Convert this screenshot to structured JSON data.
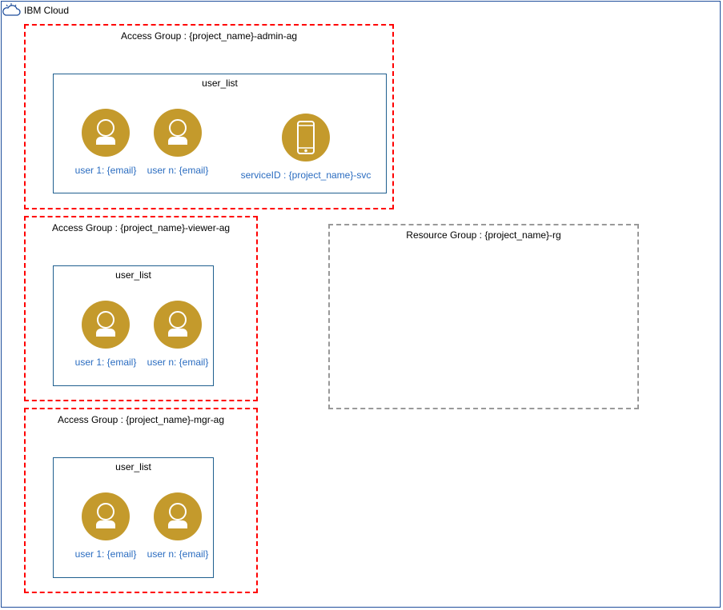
{
  "cloud": {
    "title": "IBM Cloud",
    "icon": "cloud-icon"
  },
  "access_groups": [
    {
      "title": "Access Group : {project_name}-admin-ag",
      "user_list_title": "user_list",
      "members": [
        {
          "label": "user 1: {email}",
          "icon": "user-icon"
        },
        {
          "label": "user n: {email}",
          "icon": "user-icon"
        },
        {
          "label": "serviceID : {project_name}-svc",
          "icon": "mobile-device-icon"
        }
      ]
    },
    {
      "title": "Access Group : {project_name}-viewer-ag",
      "user_list_title": "user_list",
      "members": [
        {
          "label": "user 1: {email}",
          "icon": "user-icon"
        },
        {
          "label": "user n: {email}",
          "icon": "user-icon"
        }
      ]
    },
    {
      "title": "Access Group : {project_name}-mgr-ag",
      "user_list_title": "user_list",
      "members": [
        {
          "label": "user 1: {email}",
          "icon": "user-icon"
        },
        {
          "label": "user n: {email}",
          "icon": "user-icon"
        }
      ]
    }
  ],
  "resource_group": {
    "title": "Resource Group : {project_name}-rg"
  },
  "colors": {
    "access_group_border": "#ff0000",
    "resource_group_border": "#999999",
    "avatar_fill": "#c49a2c",
    "member_label": "#2a6cc0",
    "frame_border": "#1f4e9c"
  }
}
